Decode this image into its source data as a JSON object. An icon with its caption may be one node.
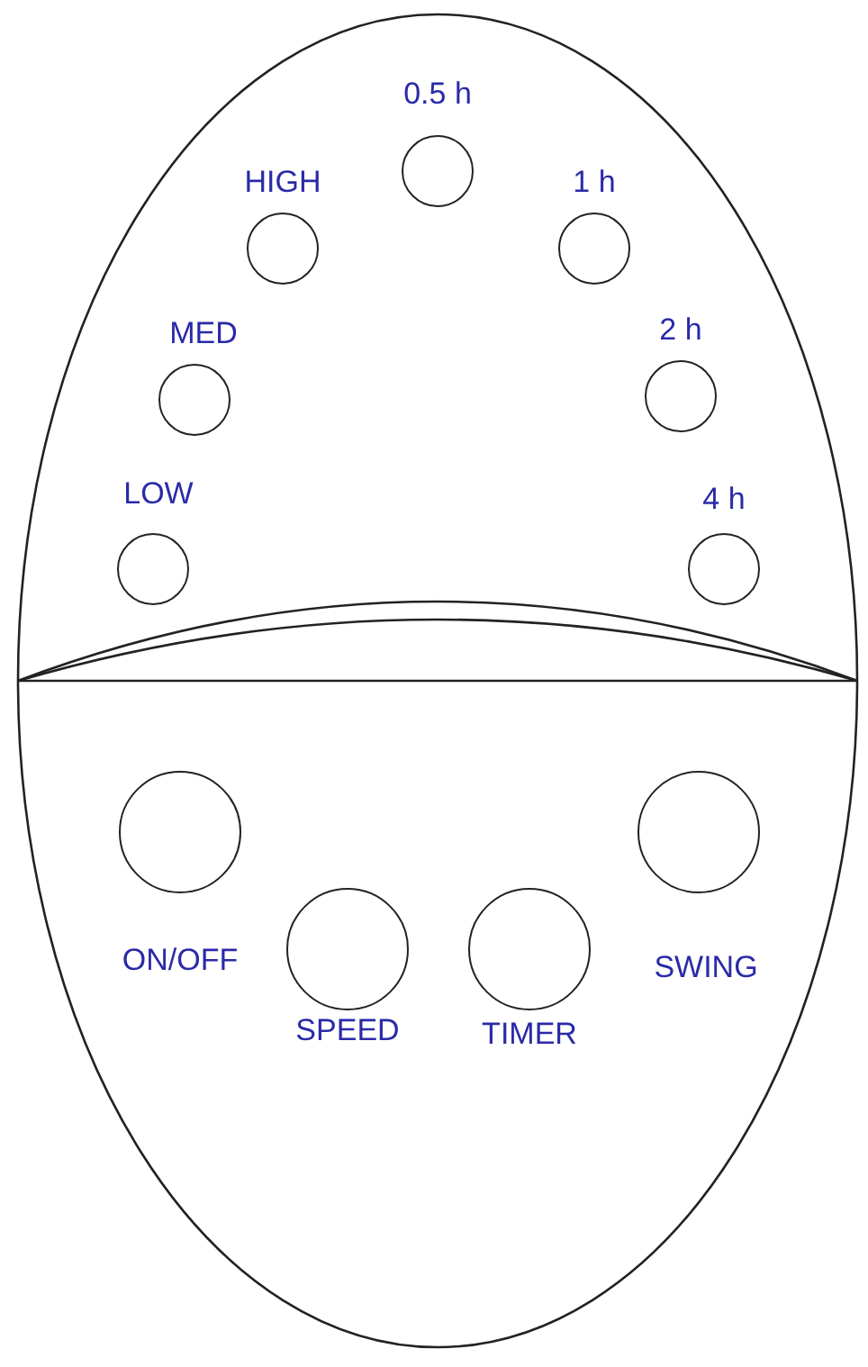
{
  "diagram": {
    "nodes": [
      {
        "text": [
          "0.5 h"
        ]
      },
      {
        "text": [
          "HIGH"
        ]
      },
      {
        "text": [
          "1 h"
        ]
      },
      {
        "text": [
          "MED"
        ]
      },
      {
        "text": [
          "2 h"
        ]
      },
      {
        "text": [
          "LOW"
        ]
      },
      {
        "text": [
          "4 h"
        ]
      },
      {
        "text": [
          "ON/OFF"
        ]
      },
      {
        "text": [
          "SWING"
        ]
      },
      {
        "text": [
          "SPEED"
        ]
      },
      {
        "text": [
          "TIMER"
        ]
      }
    ]
  }
}
